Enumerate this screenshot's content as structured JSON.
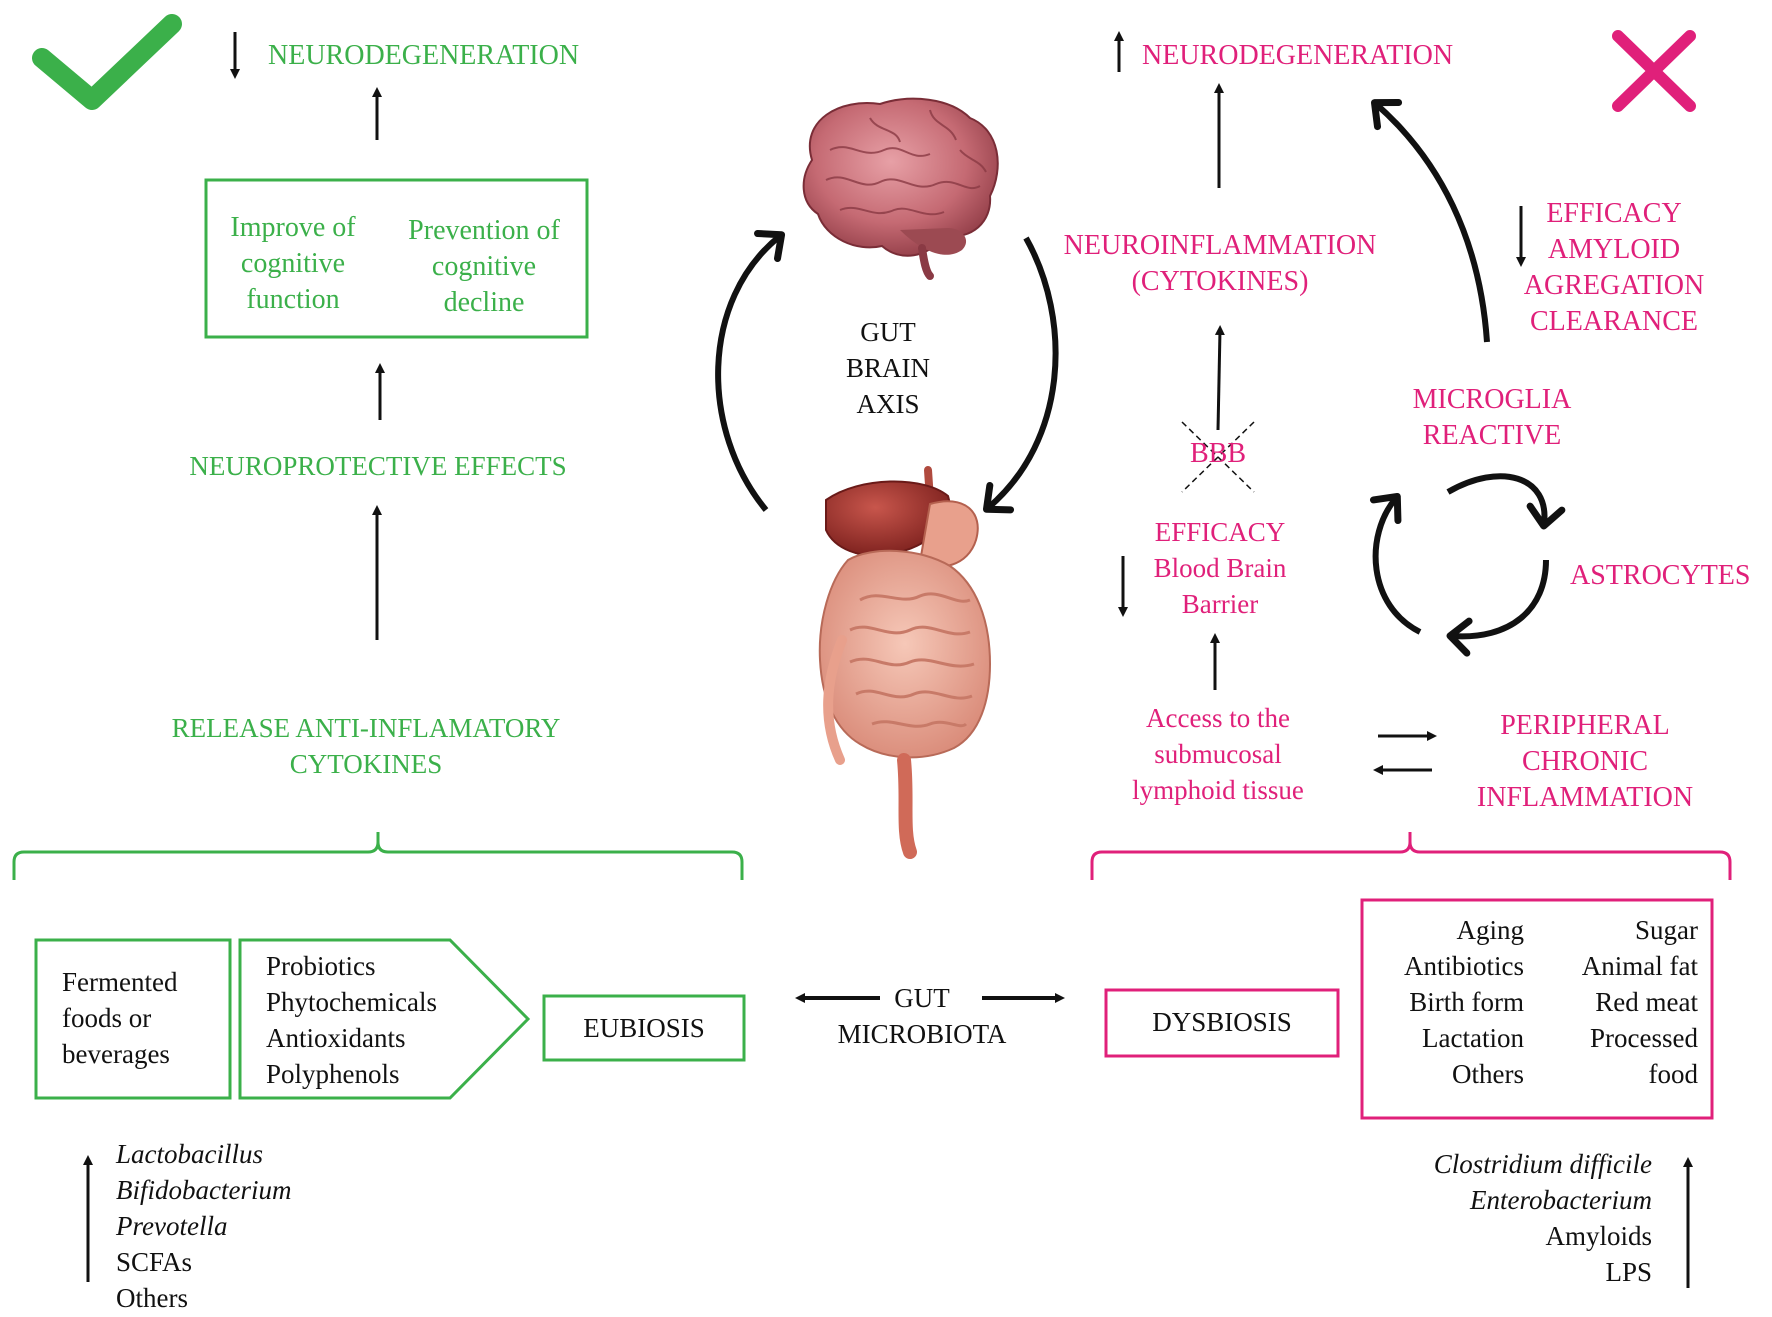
{
  "colors": {
    "positive": "#3bb04a",
    "negative": "#e0207a",
    "neutral": "#111111"
  },
  "icons": {
    "positive": "check-mark-icon",
    "negative": "cross-mark-icon",
    "brain": "brain-illustration",
    "gut": "digestive-system-illustration"
  },
  "left": {
    "neurodegeneration": "NEURODEGENERATION",
    "box_col1": [
      "Improve of",
      "cognitive",
      "function"
    ],
    "box_col2": [
      "Prevention of",
      "cognitive",
      "decline"
    ],
    "neuroprotective": "NEUROPROTECTIVE EFFECTS",
    "release": [
      "RELEASE ANTI-INFLAMATORY",
      "CYTOKINES"
    ],
    "fermented": [
      "Fermented",
      "foods or",
      "beverages"
    ],
    "supplements": [
      "Probiotics",
      "Phytochemicals",
      "Antioxidants",
      "Polyphenols"
    ],
    "eubiosis": "EUBIOSIS",
    "bacteria_italic": [
      "Lactobacillus",
      "Bifidobacterium",
      "Prevotella"
    ],
    "bacteria_plain": [
      "SCFAs",
      "Others"
    ]
  },
  "center": {
    "axis": [
      "GUT",
      "BRAIN",
      "AXIS"
    ],
    "microbiota": [
      "GUT",
      "MICROBIOTA"
    ]
  },
  "right": {
    "neurodegeneration": "NEURODEGENERATION",
    "neuroinflammation": [
      "NEUROINFLAMMATION",
      "(CYTOKINES)"
    ],
    "efficacy_amyloid": [
      "EFFICACY",
      "AMYLOID",
      "AGREGATION",
      "CLEARANCE"
    ],
    "microglia": [
      "MICROGLIA",
      "REACTIVE"
    ],
    "bbb": "BBB",
    "efficacy_bbb": [
      "EFFICACY",
      "Blood Brain",
      "Barrier"
    ],
    "astrocytes": "ASTROCYTES",
    "access": [
      "Access to the",
      "submucosal",
      "lymphoid tissue"
    ],
    "peripheral": [
      "PERIPHERAL",
      "CHRONIC",
      "INFLAMMATION"
    ],
    "dysbiosis": "DYSBIOSIS",
    "causes_col1": [
      "Aging",
      "Antibiotics",
      "Birth form",
      "Lactation",
      "Others"
    ],
    "causes_col2": [
      "Sugar",
      "Animal fat",
      "Red meat",
      "Processed",
      "food"
    ],
    "pathogens_italic": [
      "Clostridium difficile",
      "Enterobacterium"
    ],
    "pathogens_plain": [
      "Amyloids",
      "LPS"
    ]
  }
}
